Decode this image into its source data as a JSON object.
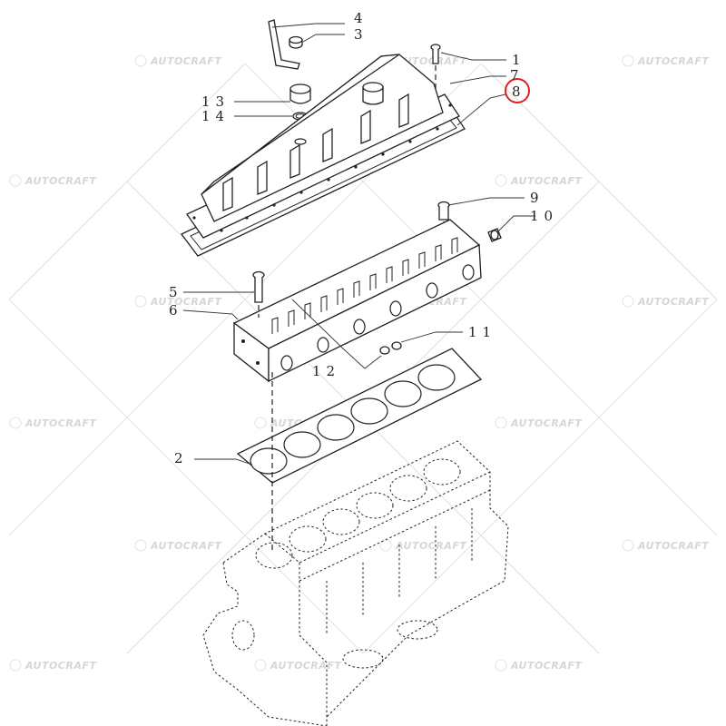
{
  "watermark": {
    "text": "AUTOCRAFT"
  },
  "callouts": {
    "c1": "1",
    "c2": "2",
    "c3": "3",
    "c4": "4",
    "c5": "5",
    "c6": "6",
    "c7": "7",
    "c8": "8",
    "c9": "9",
    "c10": "10",
    "c11": "11",
    "c12": "12",
    "c13": "13",
    "c14": "14"
  },
  "highlight": {
    "callout": "8",
    "color": "#e02020"
  },
  "colors": {
    "line": "#222222",
    "watermark": "#d6d6d6",
    "background": "#ffffff"
  }
}
